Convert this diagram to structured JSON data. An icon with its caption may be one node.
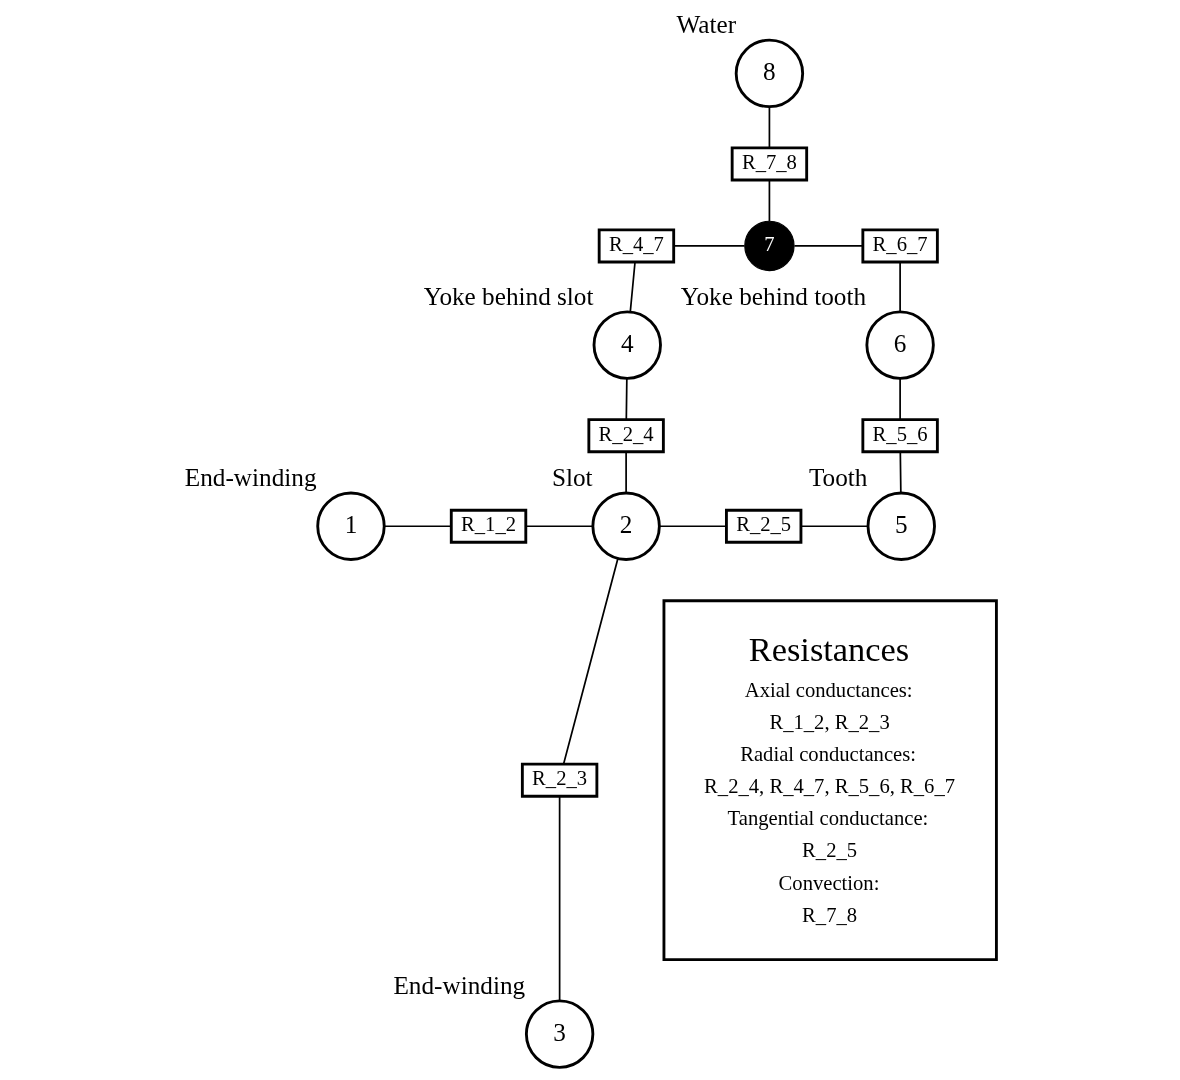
{
  "diagram": {
    "nodes": [
      {
        "text": [
          "1"
        ],
        "beside": [
          "End-winding"
        ]
      },
      {
        "text": [
          "2"
        ],
        "beside": [
          "Slot"
        ]
      },
      {
        "text": [
          "3"
        ],
        "beside": [
          "End-winding"
        ]
      },
      {
        "text": [
          "4"
        ],
        "beside": [
          "Yoke behind slot"
        ]
      },
      {
        "text": [
          "5"
        ],
        "beside": [
          "Tooth"
        ]
      },
      {
        "text": [
          "6"
        ],
        "beside": [
          "Yoke behind tooth"
        ]
      },
      {
        "text": [
          "7"
        ]
      },
      {
        "text": [
          "8"
        ],
        "beside": [
          "Water"
        ]
      },
      {
        "text": [
          "R_1_2"
        ]
      },
      {
        "text": [
          "R_2_3"
        ]
      },
      {
        "text": [
          "R_2_4"
        ]
      },
      {
        "text": [
          "R_2_5"
        ]
      },
      {
        "text": [
          "R_4_7"
        ]
      },
      {
        "text": [
          "R_5_6"
        ]
      },
      {
        "text": [
          "R_6_7"
        ]
      },
      {
        "text": [
          "R_7_8"
        ]
      },
      {
        "text": [
          "Resistances",
          "Axial conductances:",
          "R_1_2, R_2_3",
          "Radial conductances:",
          "R_2_4, R_4_7, R_5_6, R_6_7",
          "Tangential conductance:",
          "R_2_5",
          "Convection:",
          "R_7_8"
        ]
      }
    ],
    "edges": [
      {
        "from": 7,
        "to": 15,
        "arrow": "none"
      },
      {
        "from": 15,
        "to": 6,
        "arrow": "none"
      },
      {
        "from": 12,
        "to": 6,
        "arrow": "none"
      },
      {
        "from": 6,
        "to": 14,
        "arrow": "none"
      },
      {
        "from": 12,
        "to": 3,
        "arrow": "none"
      },
      {
        "from": 14,
        "to": 5,
        "arrow": "none"
      },
      {
        "from": 3,
        "to": 10,
        "arrow": "none"
      },
      {
        "from": 10,
        "to": 1,
        "arrow": "none"
      },
      {
        "from": 5,
        "to": 13,
        "arrow": "none"
      },
      {
        "from": 13,
        "to": 4,
        "arrow": "none"
      },
      {
        "from": 0,
        "to": 8,
        "arrow": "none"
      },
      {
        "from": 8,
        "to": 1,
        "arrow": "none"
      },
      {
        "from": 1,
        "to": 11,
        "arrow": "none"
      },
      {
        "from": 11,
        "to": 4,
        "arrow": "none"
      },
      {
        "from": 1,
        "to": 9,
        "arrow": "none"
      },
      {
        "from": 9,
        "to": 2,
        "arrow": "none"
      }
    ]
  }
}
